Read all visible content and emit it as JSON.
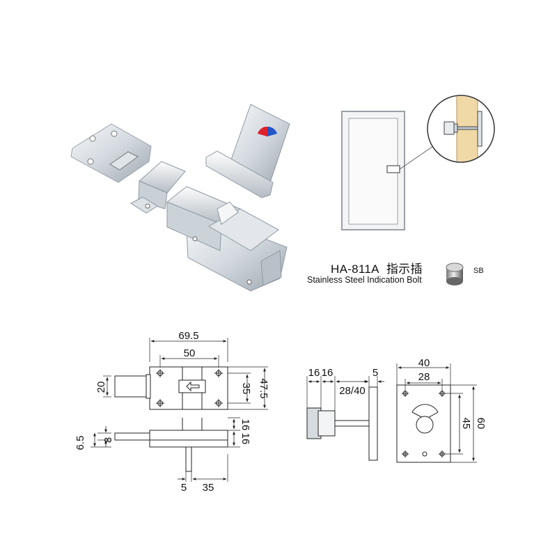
{
  "product": {
    "model": "HA-811A",
    "chinese_name": "指示插",
    "english_name": "Stainless Steel Indication Bolt",
    "finish_code": "SB"
  },
  "dimensions": {
    "front_view": {
      "overall_width": "69.5",
      "hole_spacing": "50",
      "bolt_height": "20",
      "hole_vertical": "35",
      "plate_height": "47.5"
    },
    "side_view": {
      "left_upper": "8",
      "left_lower": "6.5",
      "right_upper": "16",
      "right_lower": "16",
      "stem_width": "5",
      "stem_offset": "35"
    },
    "indicator_side_view": {
      "dim_a": "16",
      "dim_b": "16",
      "thickness": "28/40",
      "plate_thickness": "5"
    },
    "indicator_front_view": {
      "width": "40",
      "hole_spacing": "28",
      "hole_vertical": "45",
      "height": "60"
    }
  },
  "colors": {
    "line": "#222222",
    "metal_light": "#e8ecef",
    "metal_mid": "#c4ccd3",
    "metal_dark": "#8e99a3",
    "wood": "#f0d9a6",
    "indicator_red": "#e0202a",
    "indicator_blue": "#2456c8",
    "door_frame": "#9aa0a6"
  }
}
